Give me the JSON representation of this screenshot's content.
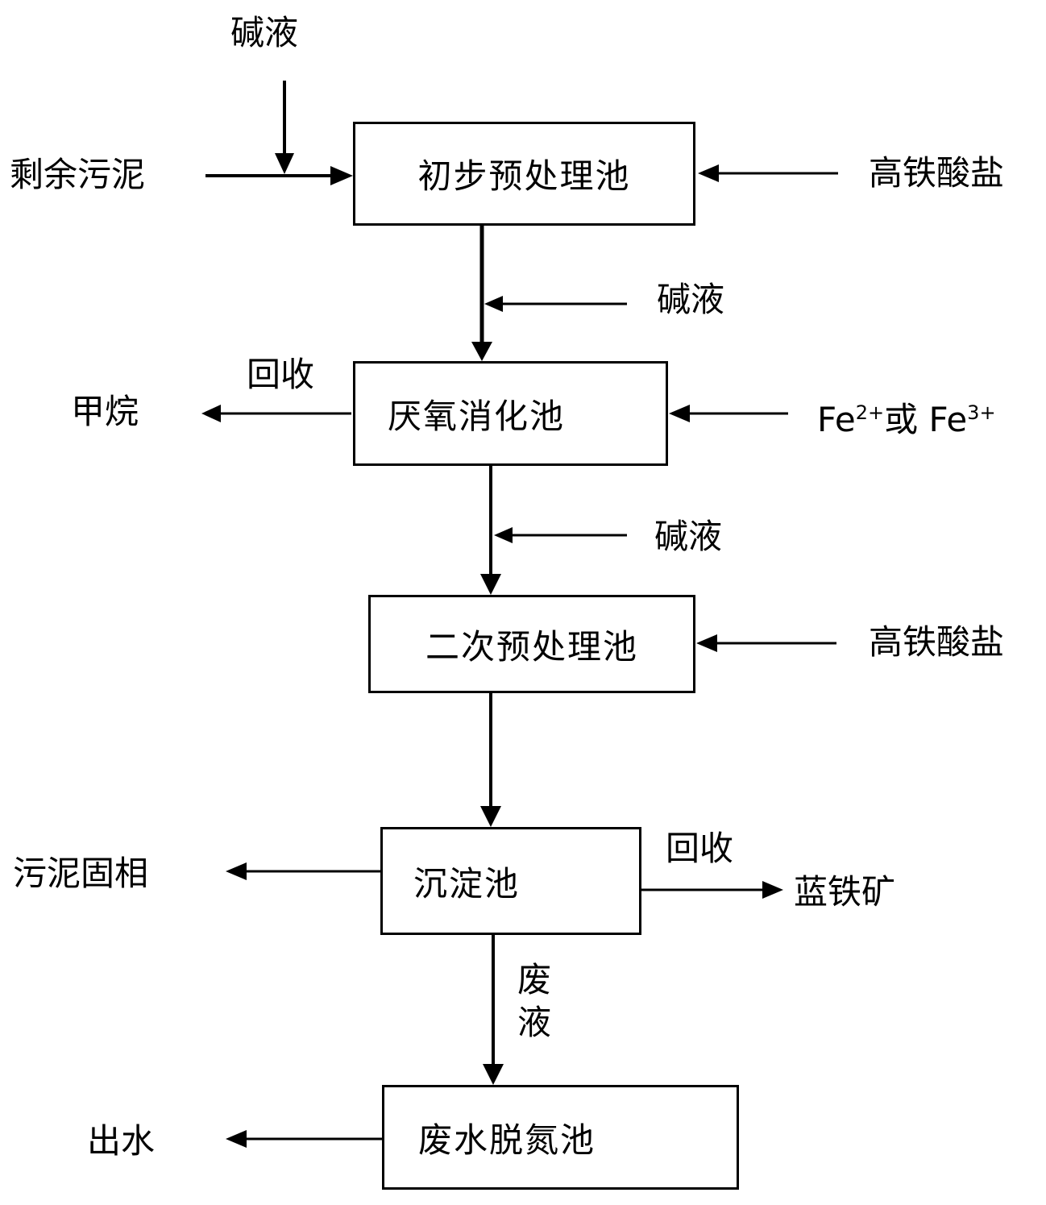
{
  "boxes": {
    "preliminary": "初步预处理池",
    "anaerobic": "厌氧消化池",
    "secondary": "二次预处理池",
    "sediment": "沉淀池",
    "denitrify": "废水脱氮池"
  },
  "labels": {
    "alkali_top": "碱液",
    "sludge_in": "剩余污泥",
    "ferrate_1": "高铁酸盐",
    "alkali_2": "碱液",
    "recover_1": "回收",
    "methane": "甲烷",
    "fe_a": "Fe",
    "fe_a_sup": "2+",
    "fe_or": "或",
    "fe_b": " Fe",
    "fe_b_sup": "3+",
    "alkali_3": "碱液",
    "ferrate_2": "高铁酸盐",
    "sludge_solid": "污泥固相",
    "recover_2": "回收",
    "vivianite": "蓝铁矿",
    "waste_1": "废",
    "waste_2": "液",
    "effluent": "出水"
  }
}
